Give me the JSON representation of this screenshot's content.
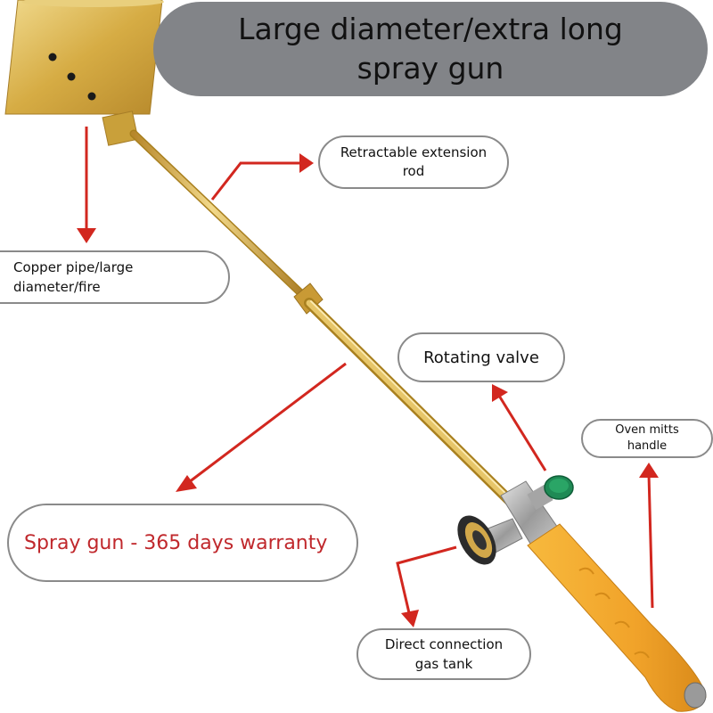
{
  "title": {
    "line1": "Large diameter/extra long",
    "line2": "spray gun"
  },
  "callouts": {
    "extension_rod": {
      "line1": "Retractable extension",
      "line2": "rod"
    },
    "copper_pipe": {
      "line1": "Copper pipe/large",
      "line2": "diameter/fire"
    },
    "rotating_valve": {
      "text": "Rotating valve"
    },
    "oven_mitts": {
      "line1": "Oven mitts",
      "line2": "handle"
    },
    "warranty": {
      "text": "Spray gun - 365 days warranty"
    },
    "gas_tank": {
      "line1": "Direct connection",
      "line2": "gas tank"
    }
  },
  "colors": {
    "arrow": "#d2271f",
    "title_pill": "#828488",
    "warranty_text": "#c0282c",
    "brass": "#d8b24a",
    "handle": "#f1a728",
    "valve_knob": "#1f8a55"
  },
  "icons": [
    "arrow-icon",
    "spray-gun-illustration"
  ]
}
